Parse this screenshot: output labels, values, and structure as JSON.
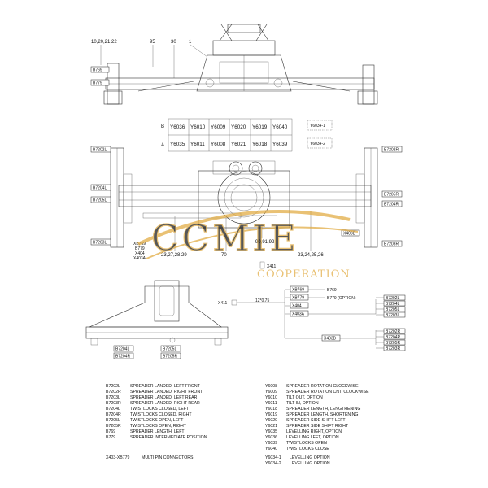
{
  "callouts_top": [
    "10,20,21,22",
    "95",
    "30",
    "1"
  ],
  "callouts_mid": [
    "23,27,28,29",
    "70",
    "90,91,92",
    "23,24,25,26"
  ],
  "left_sensor_tags": [
    "B769",
    "B779"
  ],
  "spreader_side_tags": {
    "left": [
      "B7202L",
      "B7204L",
      "B7205L",
      "B7203L"
    ],
    "right": [
      "B7202R",
      "B7205R",
      "B7204R",
      "B7203R"
    ]
  },
  "connector_tags": [
    "XB769",
    "B779",
    "X404",
    "X403A",
    "X403B",
    "X411"
  ],
  "valve_table": {
    "rows": [
      {
        "label": "B",
        "cells": [
          "Y6036",
          "Y6010",
          "Y6009",
          "Y6020",
          "Y6019",
          "Y6040"
        ],
        "option": "Y6034-1"
      },
      {
        "label": "A",
        "cells": [
          "Y6035",
          "Y6011",
          "Y6008",
          "Y6021",
          "Y6018",
          "Y6039"
        ],
        "option": "Y6034-2"
      }
    ]
  },
  "lower_tags": [
    "B7204L",
    "B7205L",
    "B7204R",
    "B7205R"
  ],
  "wiring": {
    "x411": "X411",
    "cable": "12*0.75",
    "connectors": [
      "XB769",
      "XB779",
      "X404",
      "X403A",
      "X403B"
    ],
    "b769": "B769",
    "b779": "B779 (OPTION)",
    "group_left": [
      "B7202L",
      "B7204L",
      "B7205L",
      "B7203L"
    ],
    "group_right": [
      "B7202R",
      "B7204R",
      "B7205R",
      "B7203R"
    ]
  },
  "legend_left": [
    {
      "code": "B7202L",
      "desc": "SPREADER LANDED, LEFT FRONT"
    },
    {
      "code": "B7202R",
      "desc": "SPREADER LANDED, RIGHT FRONT"
    },
    {
      "code": "B7203L",
      "desc": "SPREADER LANDED, LEFT REAR"
    },
    {
      "code": "B7203R",
      "desc": "SPREADER LANDED, RIGHT REAR"
    },
    {
      "code": "B7204L",
      "desc": "TWISTLOCKS CLOSED, LEFT"
    },
    {
      "code": "B7204R",
      "desc": "TWISTLOCKS CLOSED, RIGHT"
    },
    {
      "code": "B7205L",
      "desc": "TWISTLOCKS OPEN, LEFT"
    },
    {
      "code": "B7205R",
      "desc": "TWISTLOCKS OPEN, RIGHT"
    },
    {
      "code": "B769",
      "desc": "SPREADER LENGTH, LEFT"
    },
    {
      "code": "B779",
      "desc": "SPREADER INTERMEDIATE POSITION"
    }
  ],
  "legend_right": [
    {
      "code": "Y6008",
      "desc": "SPREADER ROTATION CLOCKWISE"
    },
    {
      "code": "Y6009",
      "desc": "SPREADER ROTATION CNT. CLOCKWISE"
    },
    {
      "code": "Y6010",
      "desc": "TILT OUT, OPTION"
    },
    {
      "code": "Y6011",
      "desc": "TILT IN, OPTION"
    },
    {
      "code": "Y6018",
      "desc": "SPREADER LENGTH, LENGTHENING"
    },
    {
      "code": "Y6019",
      "desc": "SPREADER LENGTH, SHORTENING"
    },
    {
      "code": "Y6020",
      "desc": "SPREADER SIDE SHIFT LEFT"
    },
    {
      "code": "Y6021",
      "desc": "SPREADER SIDE SHIFT RIGHT"
    },
    {
      "code": "Y6035",
      "desc": "LEVELLING RIGHT, OPTION"
    },
    {
      "code": "Y6036",
      "desc": "LEVELLING LEFT, OPTION"
    },
    {
      "code": "Y6039",
      "desc": "TWISTLOCKS OPEN"
    },
    {
      "code": "Y6040",
      "desc": "TWISTLOCKS CLOSE"
    }
  ],
  "multipin": {
    "code": "X403-XB779",
    "desc": "MULTI PIN CONNECTORS"
  },
  "levelling": [
    {
      "code": "Y6034-1",
      "desc": "LEVELLING OPTION"
    },
    {
      "code": "Y6034-2",
      "desc": "LEVELLING OPTION"
    }
  ],
  "watermark": {
    "logo": "CCMIE",
    "sub": "COOPERATION",
    "color": "#e0a83a"
  }
}
